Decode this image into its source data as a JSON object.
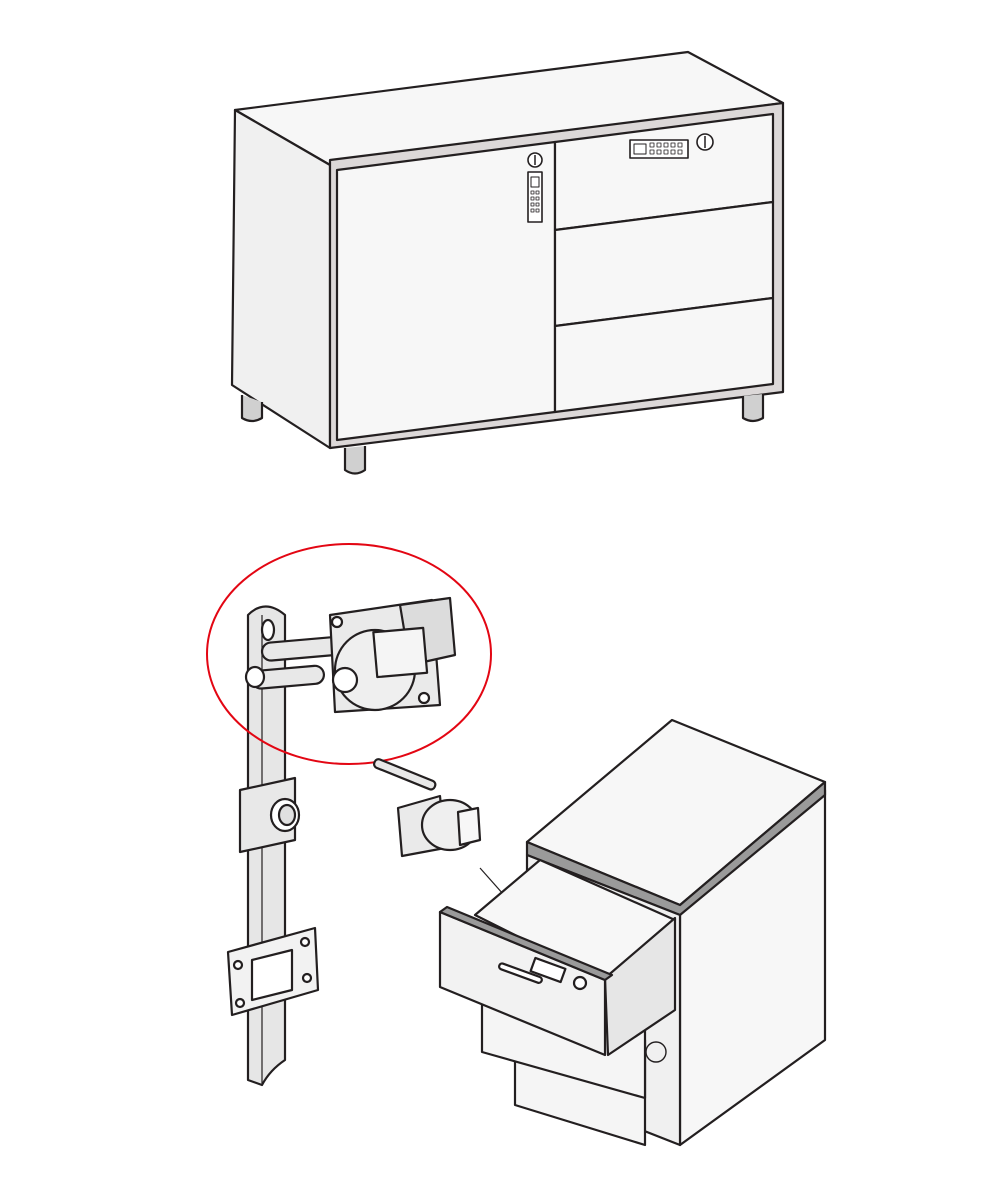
{
  "colors": {
    "line": "#231f20",
    "panel": "#f2f2f2",
    "edge": "#d9d6d6",
    "metal": "#c8c8c8",
    "highlight_circle": "#e30613"
  },
  "icons": [
    "cabinet-illustration",
    "lock-closeup-illustration",
    "pedestal-drawer-illustration"
  ]
}
